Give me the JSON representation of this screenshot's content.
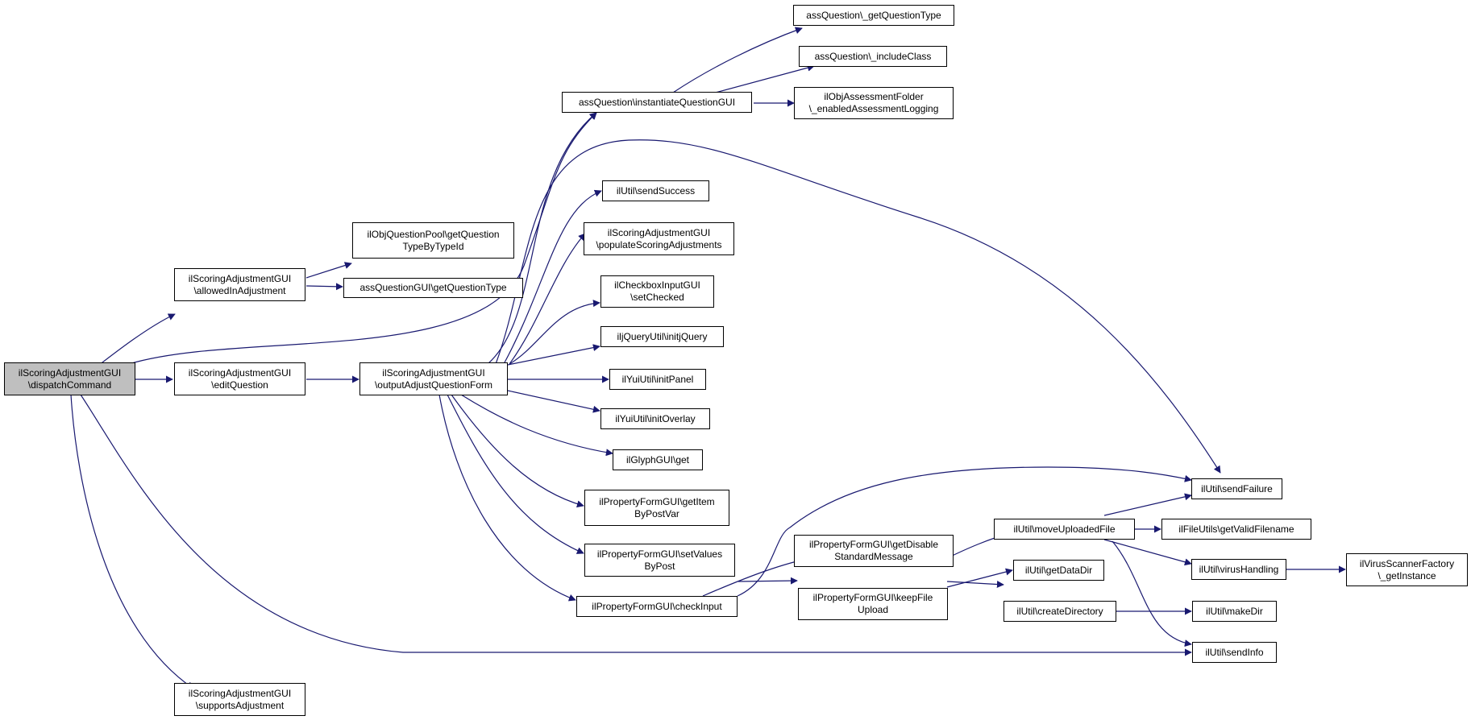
{
  "colors": {
    "edge": "#191970",
    "root_fill": "#bfbfbf",
    "node_fill": "#ffffff",
    "node_border": "#000000"
  },
  "nodes": {
    "dispatchCommand": {
      "line1": "ilScoringAdjustmentGUI",
      "line2": "\\dispatchCommand"
    },
    "allowedInAdjustment": {
      "line1": "ilScoringAdjustmentGUI",
      "line2": "\\allowedInAdjustment"
    },
    "editQuestion": {
      "line1": "ilScoringAdjustmentGUI",
      "line2": "\\editQuestion"
    },
    "supportsAdjustment": {
      "line1": "ilScoringAdjustmentGUI",
      "line2": "\\supportsAdjustment"
    },
    "getQuestionTypeByTypeId": {
      "line1": "ilObjQuestionPool\\getQuestion",
      "line2": "TypeByTypeId"
    },
    "assQuestionGUIgetQuestionType": {
      "line1": "assQuestionGUI\\getQuestionType"
    },
    "outputAdjustQuestionForm": {
      "line1": "ilScoringAdjustmentGUI",
      "line2": "\\outputAdjustQuestionForm"
    },
    "instantiateQuestionGUI": {
      "line1": "assQuestion\\instantiateQuestionGUI"
    },
    "getQuestionType": {
      "line1": "assQuestion\\_getQuestionType"
    },
    "includeClass": {
      "line1": "assQuestion\\_includeClass"
    },
    "enabledAssessmentLogging": {
      "line1": "ilObjAssessmentFolder",
      "line2": "\\_enabledAssessmentLogging"
    },
    "sendSuccess": {
      "line1": "ilUtil\\sendSuccess"
    },
    "populateScoringAdjustments": {
      "line1": "ilScoringAdjustmentGUI",
      "line2": "\\populateScoringAdjustments"
    },
    "setChecked": {
      "line1": "ilCheckboxInputGUI",
      "line2": "\\setChecked"
    },
    "initjQuery": {
      "line1": "iljQueryUtil\\initjQuery"
    },
    "initPanel": {
      "line1": "ilYuiUtil\\initPanel"
    },
    "initOverlay": {
      "line1": "ilYuiUtil\\initOverlay"
    },
    "glyphGet": {
      "line1": "ilGlyphGUI\\get"
    },
    "getItemByPostVar": {
      "line1": "ilPropertyFormGUI\\getItem",
      "line2": "ByPostVar"
    },
    "setValuesByPost": {
      "line1": "ilPropertyFormGUI\\setValues",
      "line2": "ByPost"
    },
    "checkInput": {
      "line1": "ilPropertyFormGUI\\checkInput"
    },
    "getDisableStandardMessage": {
      "line1": "ilPropertyFormGUI\\getDisable",
      "line2": "StandardMessage"
    },
    "keepFileUpload": {
      "line1": "ilPropertyFormGUI\\keepFile",
      "line2": "Upload"
    },
    "moveUploadedFile": {
      "line1": "ilUtil\\moveUploadedFile"
    },
    "getDataDir": {
      "line1": "ilUtil\\getDataDir"
    },
    "createDirectory": {
      "line1": "ilUtil\\createDirectory"
    },
    "sendFailure": {
      "line1": "ilUtil\\sendFailure"
    },
    "getValidFilename": {
      "line1": "ilFileUtils\\getValidFilename"
    },
    "virusHandling": {
      "line1": "ilUtil\\virusHandling"
    },
    "virusScannerGetInstance": {
      "line1": "ilVirusScannerFactory",
      "line2": "\\_getInstance"
    },
    "makeDir": {
      "line1": "ilUtil\\makeDir"
    },
    "sendInfo": {
      "line1": "ilUtil\\sendInfo"
    }
  }
}
